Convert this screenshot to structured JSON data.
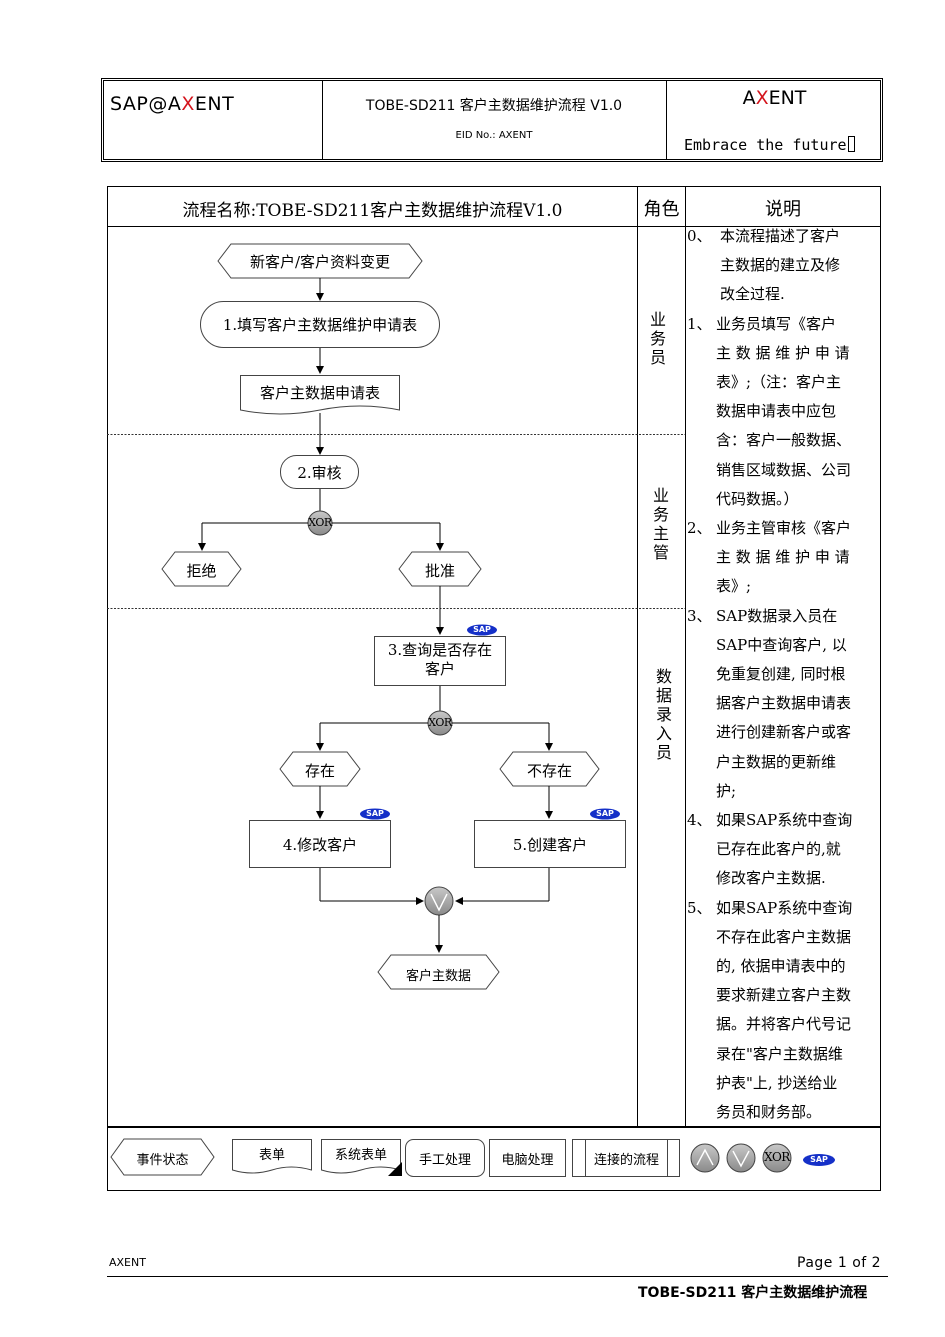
{
  "header": {
    "logo_left": "SAP@AXENT",
    "logo_left_parts": {
      "a": "SAP",
      "b": "@",
      "c": "A",
      "d": "X",
      "e": "ENT"
    },
    "doc_title": "TOBE-SD211 客户主数据维护流程 V1.0",
    "eid": "EID No.: AXENT",
    "brand_a": "A",
    "brand_x": "X",
    "brand_rest": "ENT",
    "slogan": "Embrace the future"
  },
  "table": {
    "col_flow_title": "流程名称:TOBE-SD211客户主数据维护流程V1.0",
    "col_role": "角色",
    "col_desc": "说明"
  },
  "roles": [
    "业务员",
    "业务主管",
    "数据录入员"
  ],
  "flow": {
    "start_event": "新客户/客户资料变更",
    "step1": "1.填写客户主数据维护申请表",
    "doc1": "客户主数据申请表",
    "step2": "2.审核",
    "xor": "XOR",
    "reject": "拒绝",
    "approve": "批准",
    "step3_line1": "3.查询是否存在",
    "step3_line2": "客户",
    "sap": "SAP",
    "exists": "存在",
    "not_exists": "不存在",
    "step4": "4.修改客户",
    "step5": "5.创建客户",
    "end_event": "客户主数据"
  },
  "description": [
    {
      "no": "0、",
      "lines": [
        "本流程描述了客户",
        "主数据的建立及修",
        "改全过程."
      ]
    },
    {
      "no": "1、",
      "lines": [
        "业务员填写《客户",
        "主 数 据 维 护 申 请",
        "表》;（注：客户主",
        "数据申请表中应包",
        "含：客户一般数据、",
        "销售区域数据、公司",
        "代码数据。）"
      ]
    },
    {
      "no": "2、",
      "lines": [
        "业务主管审核《客户",
        "主 数 据 维 护 申 请",
        "表》;"
      ]
    },
    {
      "no": "3、",
      "lines": [
        "SAP数据录入员在",
        "SAP中查询客户, 以",
        "免重复创建, 同时根",
        "据客户主数据申请表",
        "进行创建新客户或客",
        "户主数据的更新维",
        "护;"
      ]
    },
    {
      "no": "4、",
      "lines": [
        "如果SAP系统中查询",
        "已存在此客户的,就",
        "修改客户主数据."
      ]
    },
    {
      "no": "5、",
      "lines": [
        "如果SAP系统中查询",
        "不存在此客户主数据",
        "的, 依据申请表中的",
        "要求新建立客户主数",
        "据。并将客户代号记",
        "录在\"客户主数据维",
        "护表\"上, 抄送给业",
        "务员和财务部。"
      ]
    }
  ],
  "legend": {
    "event": "事件状态",
    "form": "表单",
    "sys_form": "系统表单",
    "manual": "手工处理",
    "computer": "电脑处理",
    "connected": "连接的流程",
    "xor": "XOR",
    "sap": "SAP"
  },
  "footer": {
    "company": "AXENT",
    "page": "Page 1 of 2",
    "doc_name": "TOBE-SD211 客户主数据维护流程"
  }
}
